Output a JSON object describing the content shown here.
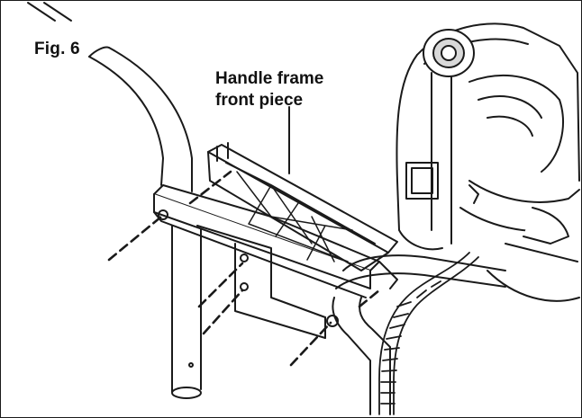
{
  "figure": {
    "label": "Fig. 6",
    "callout_line1": "Handle frame",
    "callout_line2": "front piece"
  },
  "colors": {
    "line": "#1a1a1a",
    "background": "#ffffff",
    "shade": "#d9d9d9"
  }
}
